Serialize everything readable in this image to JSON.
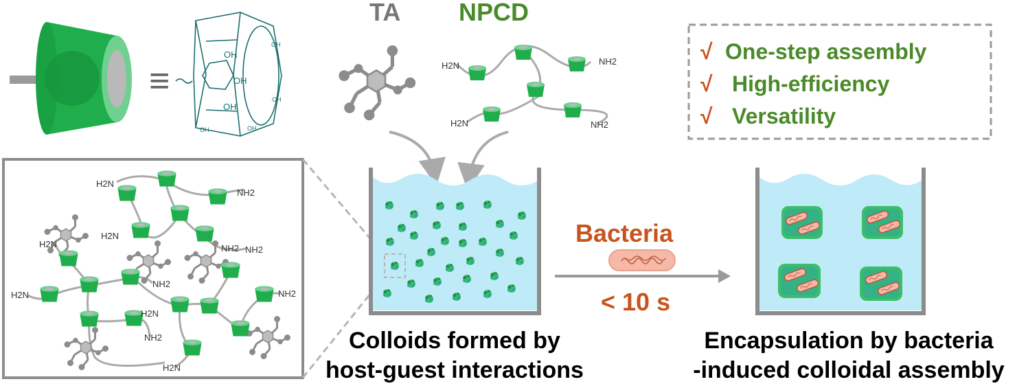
{
  "colors": {
    "cd_green": "#1fae4b",
    "cd_green_light": "#6fd08f",
    "tannic_gray": "#8c8c8c",
    "text_green": "#4a8a2a",
    "text_orange": "#c9531c",
    "water_blue": "#bfeaf7",
    "container_gray": "#8c8c8c",
    "bacteria_fill": "#f4b9a7",
    "bacteria_line": "#c0553a"
  },
  "labels": {
    "ta": "TA",
    "npcd": "NPCD",
    "bacteria": "Bacteria",
    "time": "< 10 s",
    "colloids_line1": "Colloids formed by",
    "colloids_line2": "host-guest interactions",
    "encap_line1": "Encapsulation by bacteria",
    "encap_line2": "-induced colloidal assembly",
    "equiv_sign": "≡"
  },
  "features": {
    "checkmark": "√",
    "items": [
      "One-step assembly",
      "High-efficiency",
      "Versatility"
    ]
  },
  "chemistry": {
    "oh": "OH",
    "amine_left": "H2N",
    "amine_right": "NH2"
  },
  "icons": {
    "cd_cone": "cyclodextrin-cone-icon",
    "cd_structure": "cyclodextrin-structure-icon",
    "ta_molecule": "tannic-acid-molecule-icon",
    "npcd_polymer": "npcd-polymer-icon",
    "bacterium": "bacterium-icon",
    "arrow": "arrow-right-icon"
  }
}
